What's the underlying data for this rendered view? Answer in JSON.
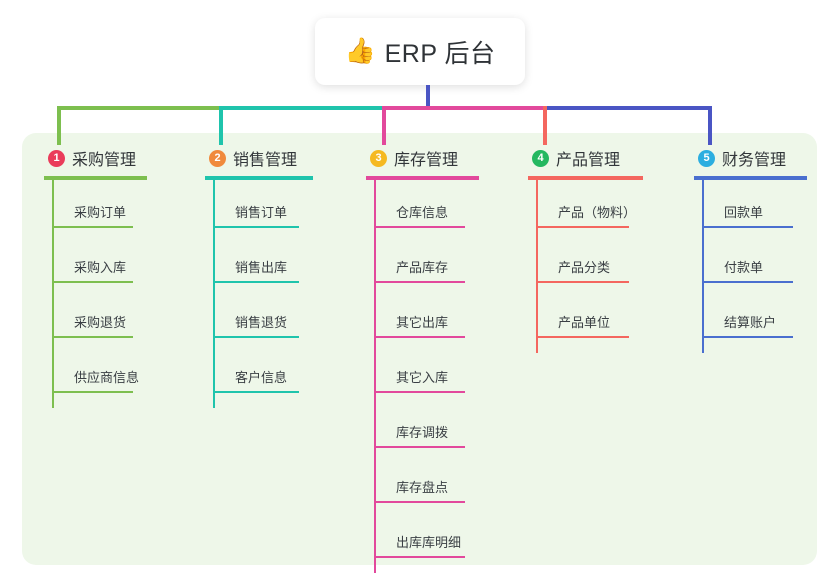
{
  "root": {
    "icon": "thumbs-up-icon",
    "icon_glyph": "👍",
    "title": "ERP 后台",
    "stem_color": "#4a55c4"
  },
  "panel": {
    "background": "#eef7e9"
  },
  "branches": [
    {
      "index": "1",
      "title": "采购管理",
      "badge_color": "#ea3c5a",
      "line_color": "#7dbf4f",
      "bus_color": "#7dbf4f",
      "items": [
        "采购订单",
        "采购入库",
        "采购退货",
        "供应商信息"
      ]
    },
    {
      "index": "2",
      "title": "销售管理",
      "badge_color": "#f08a3c",
      "line_color": "#1fc4ac",
      "bus_color": "#1fc4ac",
      "items": [
        "销售订单",
        "销售出库",
        "销售退货",
        "客户信息"
      ]
    },
    {
      "index": "3",
      "title": "库存管理",
      "badge_color": "#f5b921",
      "line_color": "#e2499c",
      "bus_color": "#e2499c",
      "items": [
        "仓库信息",
        "产品库存",
        "其它出库",
        "其它入库",
        "库存调拨",
        "库存盘点",
        "出库库明细"
      ]
    },
    {
      "index": "4",
      "title": "产品管理",
      "badge_color": "#24b860",
      "line_color": "#f4675f",
      "bus_color": "#f4675f",
      "items": [
        "产品（物料）",
        "产品分类",
        "产品单位"
      ]
    },
    {
      "index": "5",
      "title": "财务管理",
      "badge_color": "#2caee0",
      "line_color": "#4a6fcf",
      "bus_color": "#4a55c4",
      "items": [
        "回款单",
        "付款单",
        "结算账户"
      ]
    }
  ]
}
